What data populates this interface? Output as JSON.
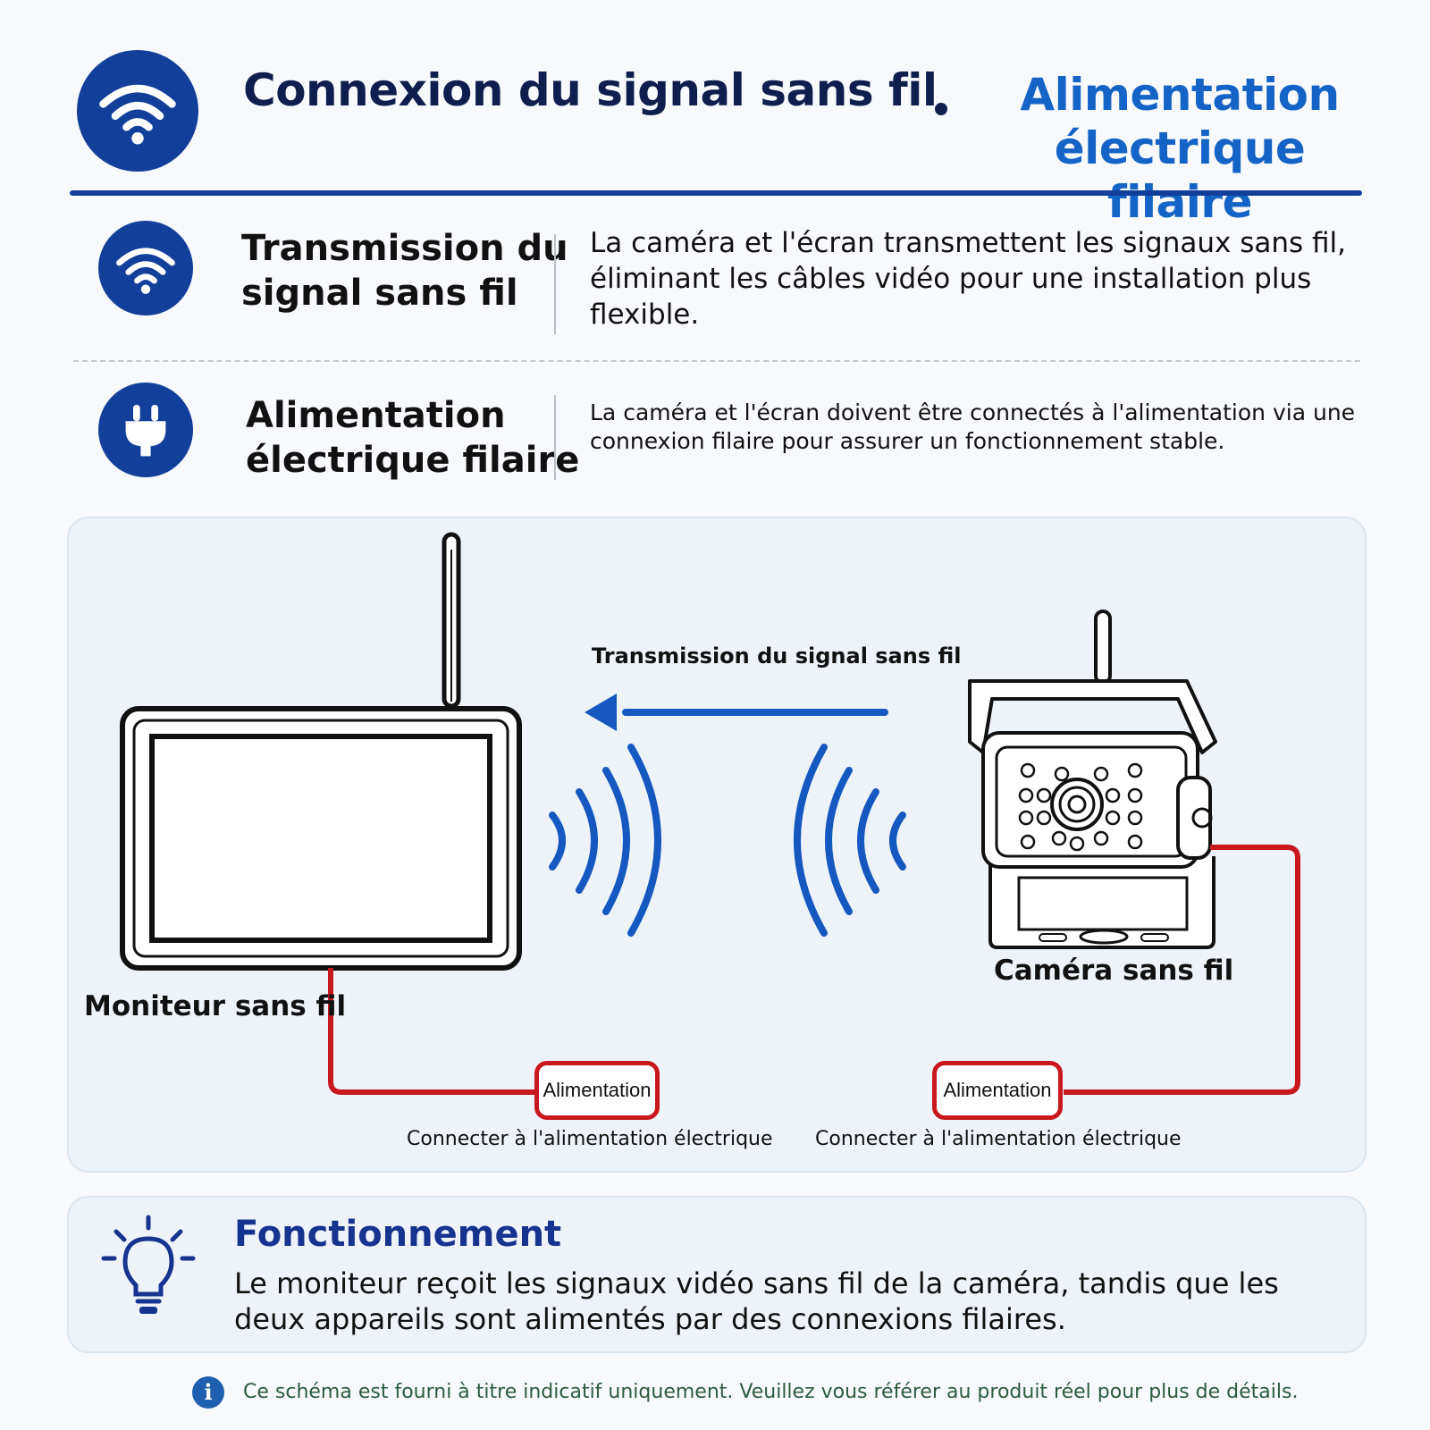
{
  "header": {
    "title": "Connexion du signal sans fil",
    "alt_title_line1": "Alimentation",
    "alt_title_line2": "électrique filaire"
  },
  "features": [
    {
      "icon": "wifi-icon",
      "title_line1": "Transmission du",
      "title_line2": "signal sans fil",
      "description": "La caméra et l'écran transmettent les signaux sans fil, éliminant les câbles vidéo pour une installation plus flexible."
    },
    {
      "icon": "plug-icon",
      "title_line1": "Alimentation",
      "title_line2": "électrique filaire",
      "description": "La caméra et l'écran doivent être connectés à l'alimentation via une connexion filaire pour assurer un fonctionnement stable."
    }
  ],
  "diagram": {
    "signal_label": "Transmission du signal sans fil",
    "monitor_label": "Moniteur sans fil",
    "camera_label": "Caméra sans fil",
    "power_left_label": "Alimentation",
    "power_left_sub": "Connecter à l'alimentation électrique",
    "power_right_label": "Alimentation",
    "power_right_sub": "Connecter à l'alimentation électrique",
    "colors": {
      "wave": "#1558c0",
      "cable": "#c8181e",
      "device": "#111111"
    }
  },
  "info": {
    "icon": "lightbulb-icon",
    "title": "Fonctionnement",
    "text": "Le moniteur reçoit les signaux vidéo sans fil de la caméra, tandis que les deux appareils sont alimentés par des connexions filaires."
  },
  "footer": {
    "icon": "info-icon",
    "text": "Ce schéma est fourni à titre indicatif uniquement. Veuillez vous référer au produit réel pour plus de détails."
  },
  "colors": {
    "brand_dark": "#123f9a",
    "brand_light": "#1463c6",
    "title_dark": "#0f1f4d"
  }
}
